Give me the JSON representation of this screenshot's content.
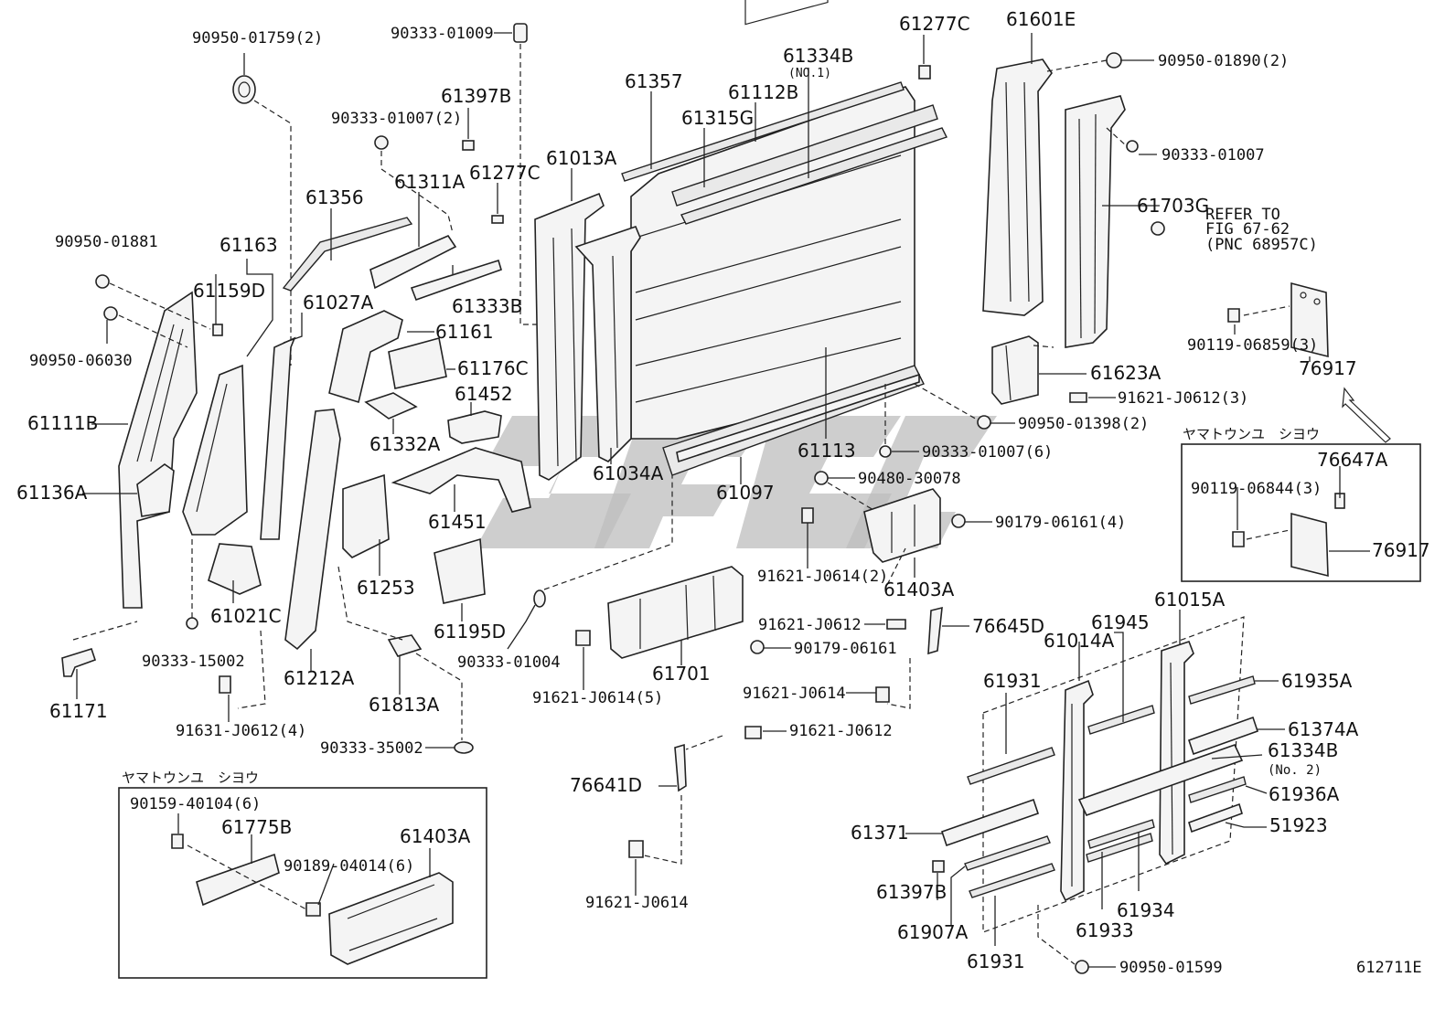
{
  "diagram": {
    "labels": {
      "l_90950_01759": "90950-01759(2)",
      "l_90333_01009": "90333-01009",
      "l_61277C_a": "61277C",
      "l_61601E": "61601E",
      "l_61334B_no1": "61334B",
      "l_no1": "(NO.1)",
      "l_61357": "61357",
      "l_61112B": "61112B",
      "l_90950_01890": "90950-01890(2)",
      "l_61397B_a": "61397B",
      "l_90333_01007_2": "90333-01007(2)",
      "l_61315G": "61315G",
      "l_90333_01007_a": "90333-01007",
      "l_61277C_b": "61277C",
      "l_61013A": "61013A",
      "l_61311A": "61311A",
      "l_61356": "61356",
      "l_61703G": "61703G",
      "l_refer_to": "REFER TO",
      "l_fig": "FIG 67-62",
      "l_pnc": "(PNC 68957C)",
      "l_90950_01881": "90950-01881",
      "l_61163": "61163",
      "l_61159D": "61159D",
      "l_61333B": "61333B",
      "l_61027A": "61027A",
      "l_61161": "61161",
      "l_90950_06030": "90950-06030",
      "l_90119_06859": "90119-06859(3)",
      "l_76917_a": "76917",
      "l_61176C": "61176C",
      "l_61623A": "61623A",
      "l_61452": "61452",
      "l_91621_J0612_3": "91621-J0612(3)",
      "l_61111B": "61111B",
      "l_61332A": "61332A",
      "l_61113": "61113",
      "l_90950_01398": "90950-01398(2)",
      "l_yamato_a": "ヤマトウンユ　シヨウ",
      "l_90333_01007_6": "90333-01007(6)",
      "l_76647A": "76647A",
      "l_61034A": "61034A",
      "l_90480_30078": "90480-30078",
      "l_61136A": "61136A",
      "l_61097": "61097",
      "l_90119_06844": "90119-06844(3)",
      "l_61451": "61451",
      "l_90179_06161_4": "90179-06161(4)",
      "l_76917_b": "76917",
      "l_61253": "61253",
      "l_91621_J0614_2": "91621-J0614(2)",
      "l_61403A_a": "61403A",
      "l_61015A": "61015A",
      "l_61945": "61945",
      "l_61021C": "61021C",
      "l_61195D": "61195D",
      "l_91621_J0612_a": "91621-J0612",
      "l_76645D": "76645D",
      "l_61014A": "61014A",
      "l_90333_15002": "90333-15002",
      "l_90333_01004": "90333-01004",
      "l_90179_06161": "90179-06161",
      "l_61171": "61171",
      "l_61212A": "61212A",
      "l_61813A": "61813A",
      "l_61701": "61701",
      "l_61931_a": "61931",
      "l_61935A": "61935A",
      "l_91621_J0614_5": "91621-J0614(5)",
      "l_91621_J0614_a": "91621-J0614",
      "l_91631_J0612": "91631-J0612(4)",
      "l_61374A": "61374A",
      "l_91621_J0612_b": "91621-J0612",
      "l_90333_35002": "90333-35002",
      "l_61334B_no2": "61334B",
      "l_no2": "(No. 2)",
      "l_yamato_b": "ヤマトウンユ　シヨウ",
      "l_76641D": "76641D",
      "l_61936A": "61936A",
      "l_90159_40104": "90159-40104(6)",
      "l_61775B": "61775B",
      "l_61403A_b": "61403A",
      "l_61371": "61371",
      "l_51923": "51923",
      "l_90189_04014": "90189-04014(6)",
      "l_61397B_b": "61397B",
      "l_61907A": "61907A",
      "l_61934": "61934",
      "l_61933": "61933",
      "l_91621_J0614_b": "91621-J0614",
      "l_61931_b": "61931",
      "l_90950_01599": "90950-01599",
      "l_fig_id": "612711E"
    }
  }
}
